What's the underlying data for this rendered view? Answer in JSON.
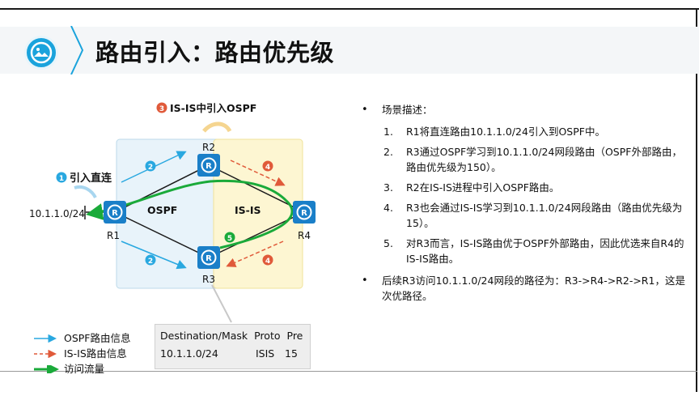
{
  "title": "路由引入：路由优先级",
  "diagram": {
    "step_labels": {
      "step1": "引入直连",
      "step3": "IS-IS中引入OSPF"
    },
    "step_badges": [
      "1",
      "2",
      "2",
      "3",
      "4",
      "4",
      "5"
    ],
    "routers": [
      "R1",
      "R2",
      "R3",
      "R4"
    ],
    "network": "10.1.1.0/24",
    "areas": {
      "ospf": "OSPF",
      "isis": "IS-IS"
    }
  },
  "routing_table": {
    "headers": [
      "Destination/Mask",
      "Proto",
      "Pre"
    ],
    "rows": [
      [
        "10.1.1.0/24",
        "ISIS",
        "15"
      ]
    ]
  },
  "legend": [
    {
      "label": "OSPF路由信息",
      "color": "#29a8e0"
    },
    {
      "label": "IS-IS路由信息",
      "color": "#e05a3a"
    },
    {
      "label": "访问流量",
      "color": "#1aaa3a"
    }
  ],
  "scenario": {
    "heading": "场景描述：",
    "items": [
      {
        "num": "1.",
        "text": "R1将直连路由10.1.1.0/24引入到OSPF中。"
      },
      {
        "num": "2.",
        "text": "R3通过OSPF学习到10.1.1.0/24网段路由（OSPF外部路由，路由优先级为150）。"
      },
      {
        "num": "3.",
        "text": "R2在IS-IS进程中引入OSPF路由。"
      },
      {
        "num": "4.",
        "text": "R3也会通过IS-IS学习到10.1.1.0/24网段路由（路由优先级为15）。"
      },
      {
        "num": "5.",
        "text": "对R3而言，IS-IS路由优于OSPF外部路由，因此优选来自R4的IS-IS路由。"
      }
    ],
    "conclusion": "后续R3访问10.1.1.0/24网段的路径为：R3->R4->R2->R1，这是次优路径。"
  },
  "colors": {
    "ospf_area": "#e8f3fa",
    "isis_area": "#fdf6d2",
    "router": "#1a7fc8",
    "badge_blue": "#29a8e0",
    "badge_red": "#e05a3a",
    "traffic": "#1aaa3a"
  }
}
